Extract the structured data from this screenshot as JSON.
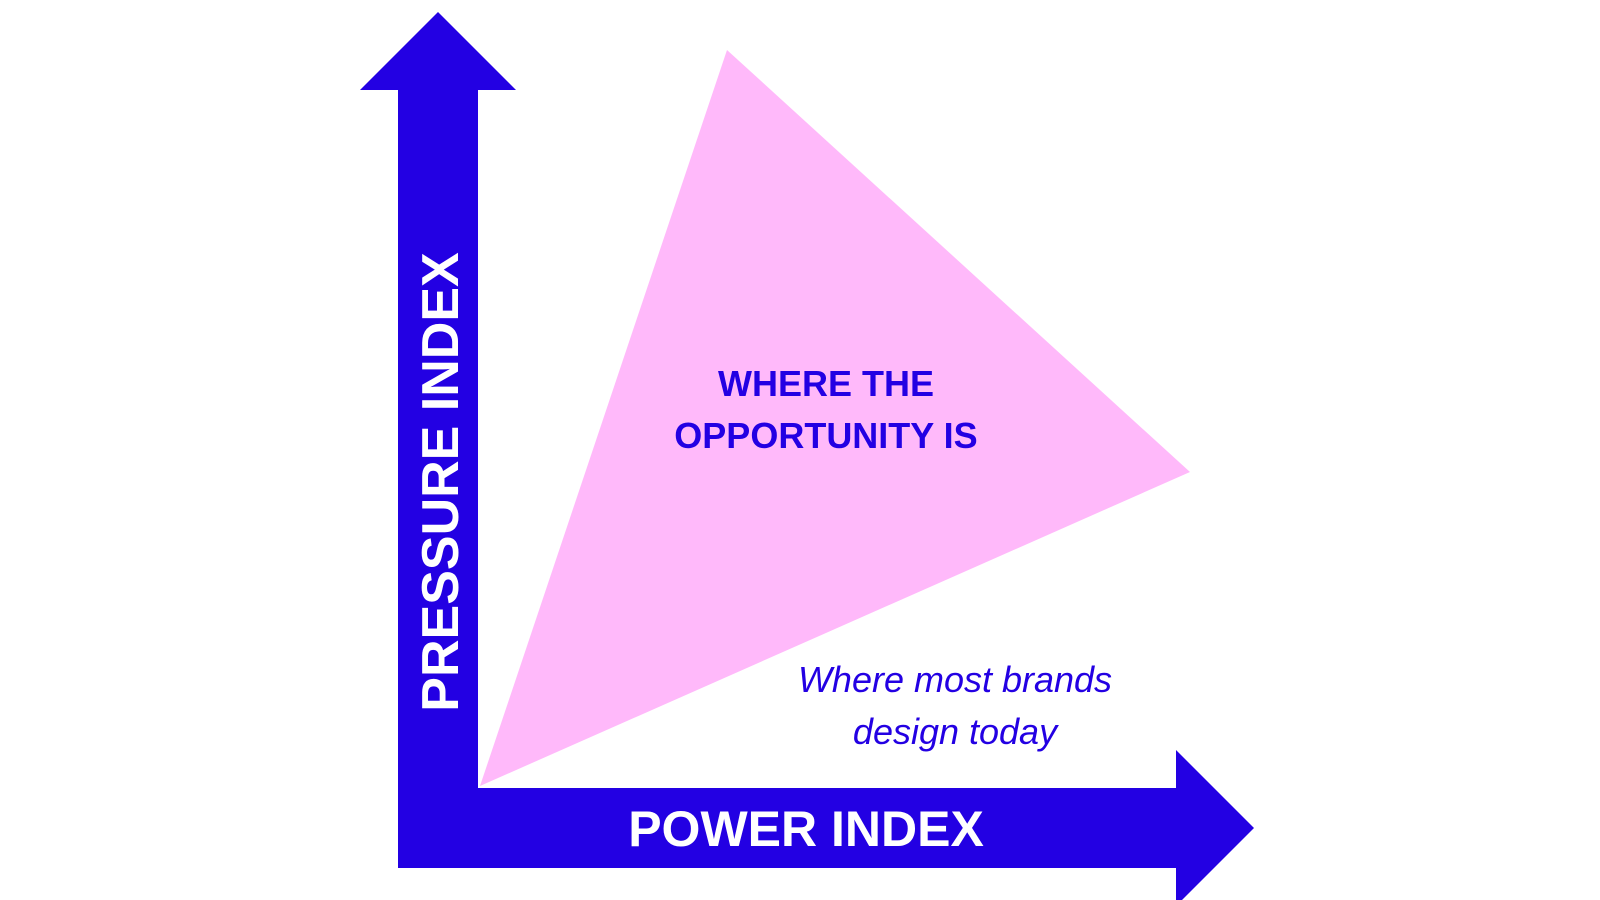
{
  "colors": {
    "axis": "#2300E3",
    "axis_label": "#ffffff",
    "opportunity_fill": "#FFB9FA",
    "text": "#2300E3"
  },
  "axes": {
    "y_label": "PRESSURE INDEX",
    "x_label": "POWER INDEX"
  },
  "regions": {
    "opportunity_line1": "WHERE THE",
    "opportunity_line2": "OPPORTUNITY IS",
    "today_line1": "Where most brands",
    "today_line2": "design today"
  }
}
